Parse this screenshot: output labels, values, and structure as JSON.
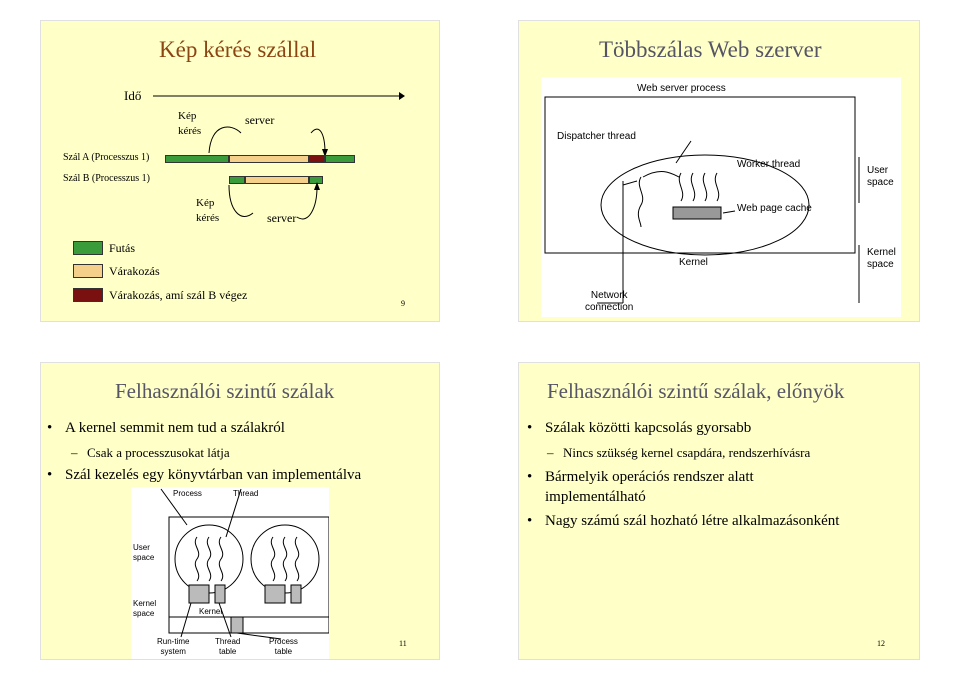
{
  "slide9": {
    "title": "Kép kérés szállal",
    "ido": "Idő",
    "kep_keres_top": [
      "Kép",
      "kérés"
    ],
    "server_top": "server",
    "thread_a": "Szál A (Processzus 1)",
    "thread_b": "Szál B (Processzus 1)",
    "kep_keres_bottom": [
      "Kép",
      "kérés"
    ],
    "server_bottom": "server",
    "legend": [
      "Futás",
      "Várakozás",
      "Várakozás, amí szál B végez"
    ],
    "page": "9"
  },
  "slide10": {
    "title": "Többszálas Web szerver",
    "web_server_process": "Web server process",
    "dispatcher_thread": "Dispatcher thread",
    "worker_thread": "Worker thread",
    "user_space": [
      "User",
      "space"
    ],
    "web_page_cache": "Web page cache",
    "kernel": "Kernel",
    "kernel_space": [
      "Kernel",
      "space"
    ],
    "network_connection": [
      "Network",
      "connection"
    ]
  },
  "slide11": {
    "title": "Felhasználói szintű szálak",
    "bullets": [
      "A kernel semmit nem tud a szálakról",
      "Csak a processzusokat látja",
      "Szál kezelés egy könyvtárban van implementálva"
    ],
    "diagram": {
      "process": "Process",
      "thread": "Thread",
      "user_space": [
        "User",
        "space"
      ],
      "kernel_space": [
        "Kernel",
        "space"
      ],
      "kernel": "Kernel",
      "runtime": [
        "Run-time",
        "system"
      ],
      "thread_table": [
        "Thread",
        "table"
      ],
      "process_table": [
        "Process",
        "table"
      ]
    },
    "page": "11"
  },
  "slide12": {
    "title": "Felhasználói szintű szálak, előnyök",
    "bullets": [
      "Szálak közötti kapcsolás gyorsabb",
      "Nincs szükség kernel csapdára, rendszerhívásra",
      "Bármelyik operációs rendszer alatt implementálható",
      "Nagy számú szál hozható létre alkalmazásonként"
    ],
    "page": "12"
  }
}
